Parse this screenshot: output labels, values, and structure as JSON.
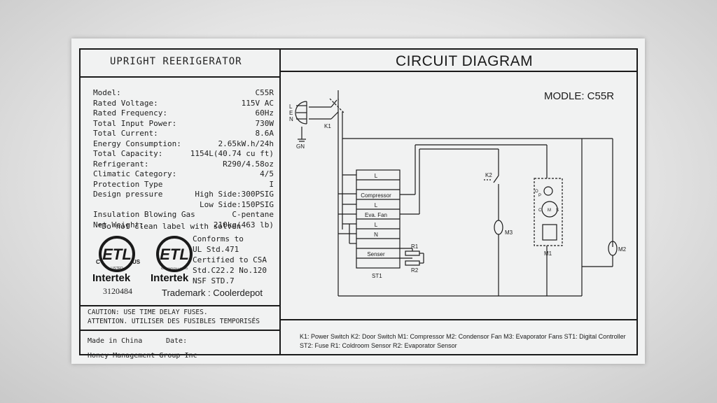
{
  "left_panel": {
    "title": "UPRIGHT REERIGERATOR",
    "specs": [
      {
        "key": "Model:",
        "value": "C55R"
      },
      {
        "key": "Rated Voltage:",
        "value": "115V AC"
      },
      {
        "key": "Rated Frequency:",
        "value": "60Hz"
      },
      {
        "key": "Total Input Power:",
        "value": "730W"
      },
      {
        "key": "Total Current:",
        "value": "8.6A"
      },
      {
        "key": "Energy Consumption:",
        "value": "2.65kW.h/24h"
      },
      {
        "key": "Total Capacity:",
        "value": "1154L(40.74 cu ft)"
      },
      {
        "key": "Refrigerant:",
        "value": "R290/4.58oz"
      },
      {
        "key": "Climatic Category:",
        "value": "4/5"
      },
      {
        "key": "Protection Type",
        "value": "I"
      },
      {
        "key": "Design pressure",
        "value": "High Side:300PSIG"
      },
      {
        "key": "",
        "value": "Low Side:150PSIG"
      },
      {
        "key": "Insulation Blowing Gas",
        "value": "C-pentane"
      },
      {
        "key": "Net Weight:",
        "value": "210kg(463 lb)"
      }
    ],
    "note": "*Do not clean label with solven",
    "cert1": {
      "mark": "ETL",
      "sub": "LISTED",
      "c": "C",
      "us": "US",
      "brand": "Intertek",
      "number": "3120484"
    },
    "cert2": {
      "mark": "ETL",
      "sub": "SANITATION LISTED",
      "brand": "Intertek"
    },
    "conforms": [
      "Conforms to",
      "UL Std.471",
      "Certified to CSA",
      "Std.C22.2 No.120",
      "NSF STD.7"
    ],
    "trademark": "Trademark : Coolerdepot",
    "caution1": "CAUTION: USE TIME DELAY FUSES.",
    "caution2": "ATTENTION. UTILISER DES FUSIBLES TEMPORISÉS",
    "made_in": "Made in China",
    "date_label": "Date:",
    "company": "Honey Management Group Inc"
  },
  "right_panel": {
    "title": "CIRCUIT DIAGRAM",
    "model": "MODLE: C55R",
    "plug": {
      "L": "L",
      "E": "E",
      "N": "N",
      "gn": "GN",
      "k1": "K1"
    },
    "st1_rows": [
      "L",
      "",
      "Compressor",
      "L",
      "Eva. Fan",
      "L",
      "N",
      "",
      "Senser",
      ""
    ],
    "st1_label": "ST1",
    "r1": "R1",
    "r2": "R2",
    "k2": "K2",
    "m3": "M3",
    "m1": "M1",
    "m2": "M2",
    "m1_letters": {
      "o": "O",
      "p": "P",
      "c": "C",
      "s": "S",
      "m": "M"
    },
    "legend": "K1: Power Switch   K2: Door Switch  M1: Compressor   M2: Condensor Fan   M3: Evaporator Fans  ST1: Digital Controller  ST2: Fuse  R1: Coldroom Sensor  R2: Evaporator Sensor"
  }
}
